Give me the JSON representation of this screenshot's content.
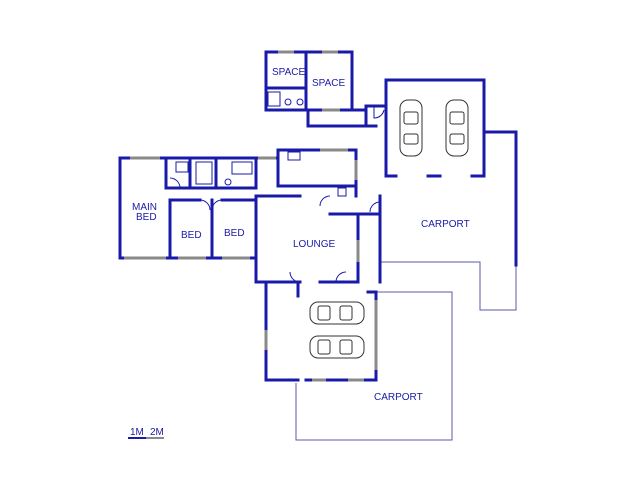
{
  "rooms": {
    "space_1": "SPACE",
    "space_2": "SPACE",
    "main_bed_line1": "MAIN",
    "main_bed_line2": "BED",
    "bed_1": "BED",
    "bed_2": "BED",
    "lounge": "LOUNGE",
    "carport_upper": "CARPORT",
    "carport_lower": "CARPORT"
  },
  "scale": {
    "label_1m": "1M",
    "label_2m": "2M"
  },
  "colors": {
    "wall": "#1a1aa8",
    "outline": "#5a5aa8",
    "window": "#8a8a8a"
  }
}
